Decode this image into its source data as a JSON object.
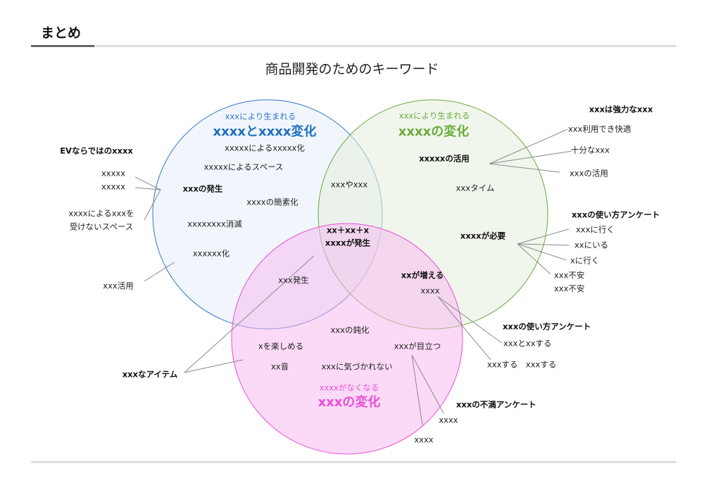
{
  "header": {
    "title": "まとめ"
  },
  "diagram": {
    "title": "商品開発のためのキーワード",
    "colors": {
      "blue": "#2e75c8",
      "green": "#6aab3c",
      "pink": "#e94fd6"
    },
    "blue": {
      "sub": "xxxにより生まれる",
      "head": "xxxxとxxxx変化",
      "items": [
        "xxxxxによるxxxxx化",
        "xxxxxによるスペース",
        "xxxの発生",
        "xxxxの簡素化",
        "xxxxxxxx消滅",
        "xxxxxx化"
      ]
    },
    "green": {
      "sub": "xxxにより生まれる",
      "head": "xxxxの変化",
      "items": [
        "xxxxxの活用",
        "xxxタイム",
        "xxxxが必要",
        "xxが増える",
        "xxxx"
      ]
    },
    "pink": {
      "sub": "xxxxがなくなる",
      "head": "xxxの変化",
      "items": [
        "xxxの鈍化",
        "xを楽しめる",
        "xxxが目立つ",
        "xx音",
        "xxxに気づかれない"
      ]
    },
    "overlaps": {
      "blue_green": "xxxやxxx",
      "center_1": "xx＋xx＋x",
      "center_2": "xxxxが発生",
      "blue_pink": "xxx発生"
    },
    "callouts": {
      "ev_title": "EVならではのxxxx",
      "ev_items": [
        "xxxxx",
        "xxxxx",
        "xxxxによるxxxを",
        "受けないスペース"
      ],
      "xxx_katsuyo": "xxx活用",
      "item_title": "xxxなアイテム",
      "power_title": "xxxは強力なxxx",
      "power_items": [
        "xxx利用でき快適",
        "十分なxxx",
        "xxxの活用"
      ],
      "usage_title": "xxxの使い方アンケート",
      "usage_items": [
        "xxxに行く",
        "xxにいる",
        "xに行く",
        "xxx不安",
        "xxx不安"
      ],
      "usage2_title": "xxxの使い方アンケート",
      "usage2_items": [
        "xxxとxxする",
        "xxxする　xxxする"
      ],
      "complaint_title": "xxxの不満アンケート",
      "complaint_items": [
        "xxxx",
        "xxxx"
      ]
    }
  }
}
